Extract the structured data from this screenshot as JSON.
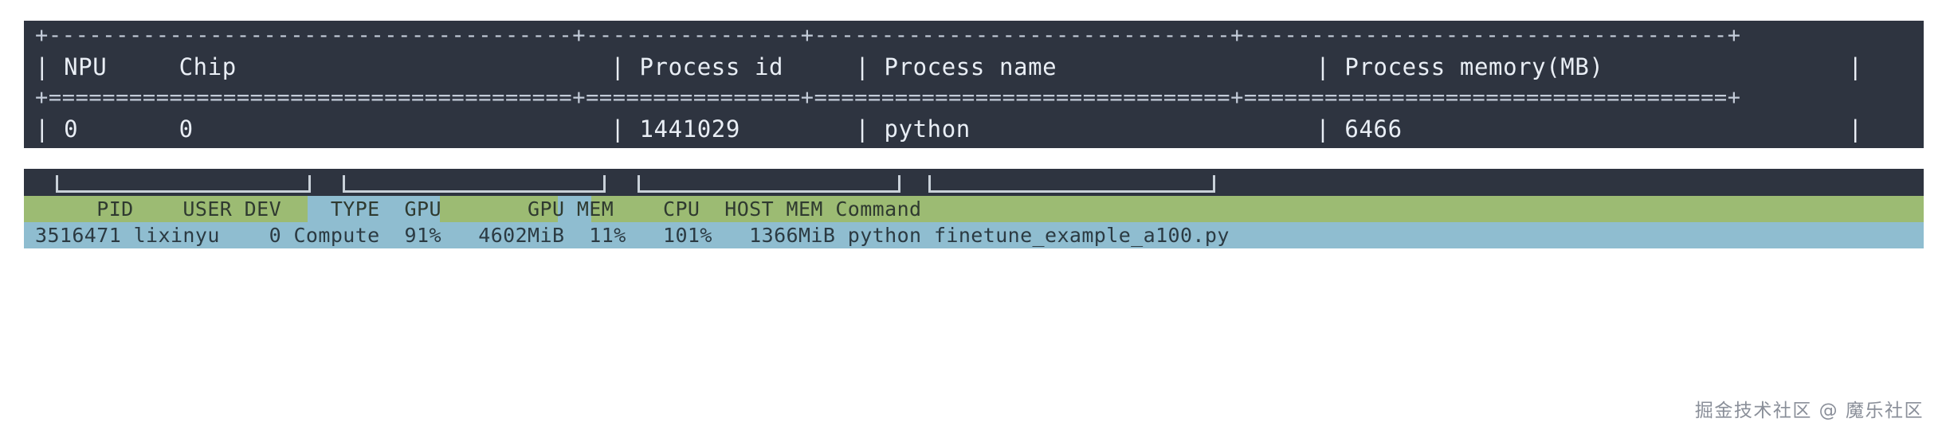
{
  "npu_table": {
    "border_top": "+---------------------------------------+----------------+-------------------------------+------------------------------------+",
    "border_mid": "+=======================================+================+===============================+====================================+",
    "border_bottom": "+=======================================+================+===============================+====================================+",
    "header_row": "| NPU     Chip                          | Process id     | Process name                  | Process memory(MB)                 |",
    "data_row": "| 0       0                             | 1441029        | python                        | 6466                               |",
    "columns": [
      "NPU",
      "Chip",
      "Process id",
      "Process name",
      "Process memory(MB)"
    ],
    "rows": [
      {
        "npu": "0",
        "chip": "0",
        "process_id": "1441029",
        "process_name": "python",
        "process_memory_mb": "6466"
      }
    ]
  },
  "nvitop": {
    "header_text": "     PID    USER DEV    TYPE  GPU       GPU MEM    CPU  HOST MEM Command",
    "data_text": "3516471 lixinyu    0 Compute  91%   4602MiB  11%   101%   1366MiB python finetune_example_a100.py",
    "columns": [
      "PID",
      "USER",
      "DEV",
      "TYPE",
      "GPU",
      "GPU MEM",
      "CPU",
      "HOST MEM",
      "Command"
    ],
    "rows": [
      {
        "pid": "3516471",
        "user": "lixinyu",
        "dev": "0",
        "type": "Compute",
        "gpu": "91%",
        "gpu_mem": "4602MiB",
        "cpu": "11%",
        "host_mem": "101%",
        "host_mem_value": "1366MiB",
        "command": "python finetune_example_a100.py"
      }
    ],
    "colors": {
      "header_green": "#9cbb73",
      "header_blue": "#8fbdd0",
      "row_blue": "#8fbdd0",
      "panel_bg": "#2e3440"
    }
  },
  "watermark": {
    "text": "掘金技术社区 @ 魔乐社区"
  }
}
